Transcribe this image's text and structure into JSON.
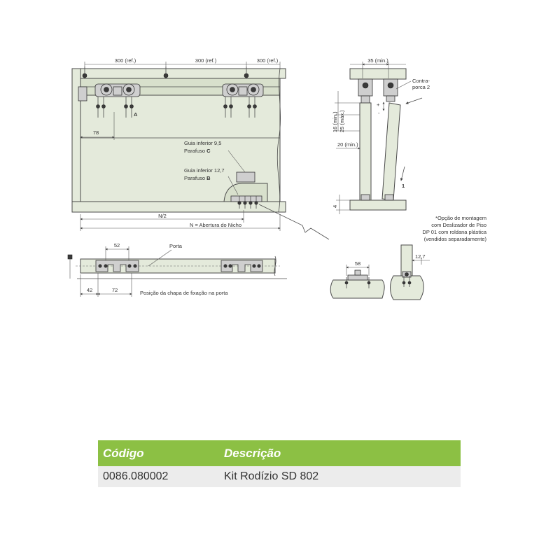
{
  "diagram": {
    "top_dims": {
      "ref_1": "300 (ref.)",
      "ref_2": "300 (ref.)",
      "ref_3": "300 (ref.)"
    },
    "labels": {
      "screw_a": "A",
      "dim_78": "78",
      "guia_95": "Guia inferior 9,5",
      "parafuso_prefix_c": "Parafuso ",
      "parafuso_c": "C",
      "guia_127": "Guia inferior 12,7",
      "parafuso_prefix_b": "Parafuso ",
      "parafuso_b": "B",
      "half_n": "N/2",
      "n_opening": "N = Abertura do Nicho",
      "dim_52": "52",
      "porta": "Porta",
      "dim_42": "42",
      "dim_72": "72",
      "plate_position": "Posição da chapa de fixação na porta",
      "dim_35": "35 (min.)",
      "contra_porca_1": "Contra-",
      "contra_porca_2": "porca 2",
      "plus": "+",
      "minus": "-",
      "dim_16": "16 (min.)",
      "dim_25": "25 (máx.)",
      "dim_20": "20 (min.)",
      "dim_4": "4",
      "step_1": "1",
      "note_1": "*Opção de montagem",
      "note_2": "com Deslizador de Piso",
      "note_3": "DP 01 com roldana plástica",
      "note_4": "(vendidos separadamente)",
      "dim_58": "58",
      "dim_127": "12,7"
    }
  },
  "table": {
    "headers": {
      "code": "Código",
      "description": "Descrição"
    },
    "rows": [
      {
        "code": "0086.080002",
        "description": "Kit Rodízio SD 802"
      }
    ]
  }
}
